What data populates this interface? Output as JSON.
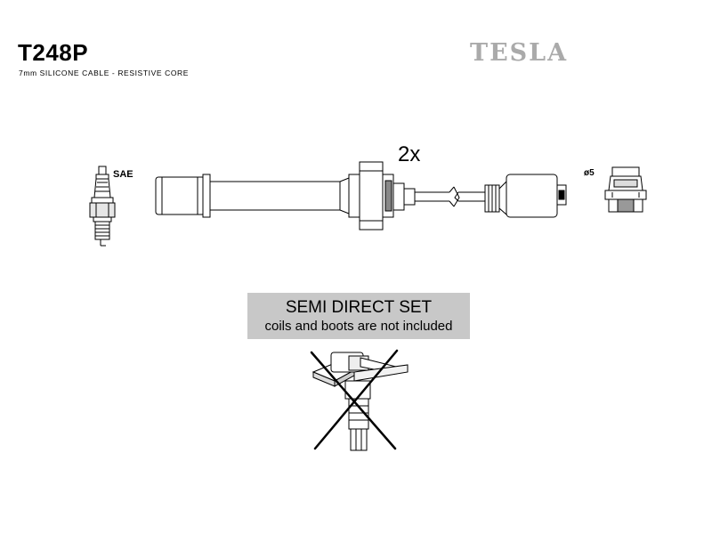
{
  "header": {
    "part_number": "T248P",
    "description": "7mm SILICONE CABLE - RESISTIVE CORE",
    "brand": "TESLA"
  },
  "diagram": {
    "spark_plug_label": "SAE",
    "quantity_label": "2x",
    "terminal_label": "ø5"
  },
  "notice": {
    "title": "SEMI DIRECT SET",
    "subtitle": "coils and boots are not included"
  },
  "icons": [
    "spark-plug-icon",
    "ignition-lead-icon",
    "coil-terminal-icon",
    "ignition-coil-icon",
    "excluded-cross-icon"
  ]
}
